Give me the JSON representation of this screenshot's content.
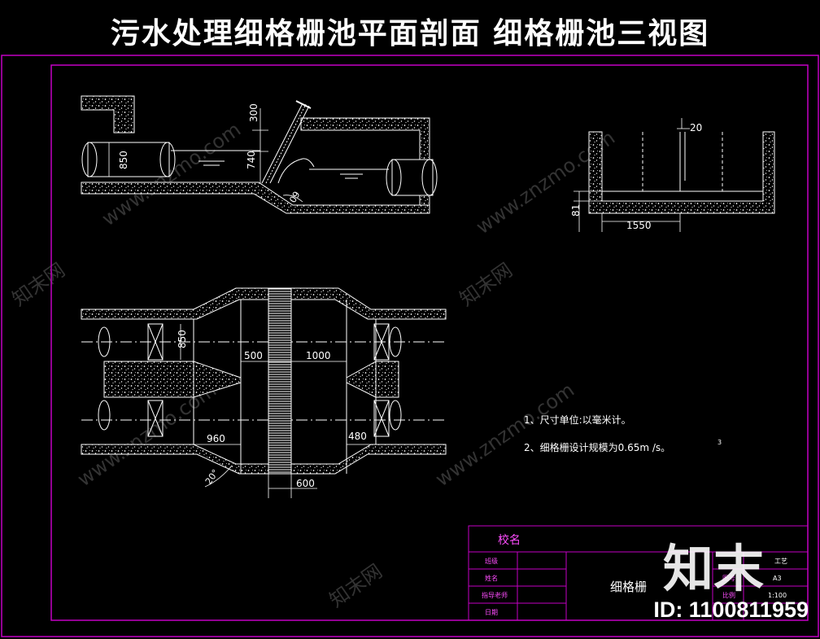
{
  "title": "污水处理细格栅池平面剖面  细格栅池三视图",
  "colors": {
    "frame": "#c400c4",
    "lines": "#ffffff",
    "dims": "#ffffff",
    "table_label": "#ff4dff"
  },
  "section_dims": {
    "d850": "850",
    "d300": "300",
    "d740": "740",
    "d60": "09"
  },
  "side_dims": {
    "d20": "20",
    "d1550": "1550",
    "d81": "81"
  },
  "plan_dims": {
    "d850": "850",
    "d500": "500",
    "d1000": "1000",
    "d960": "960",
    "d480": "480",
    "d600": "600",
    "angle": "20°"
  },
  "notes": [
    "1、尺寸单位:以毫米计。",
    "2、细格栅设计规模为0.65m /s。"
  ],
  "note_superscript": "3",
  "table": {
    "school": "校名",
    "rows": [
      "班级",
      "姓名",
      "指导老师",
      "日期"
    ],
    "drawing_name": "细格栅",
    "r1": "图号",
    "r2": "比例",
    "v_top": "工艺",
    "v1": "A3",
    "v2": "1:100"
  },
  "overlay": {
    "brand": "知末",
    "id": "ID: 1100811959"
  },
  "watermark": [
    "www.znzmo.com",
    "知末网"
  ]
}
